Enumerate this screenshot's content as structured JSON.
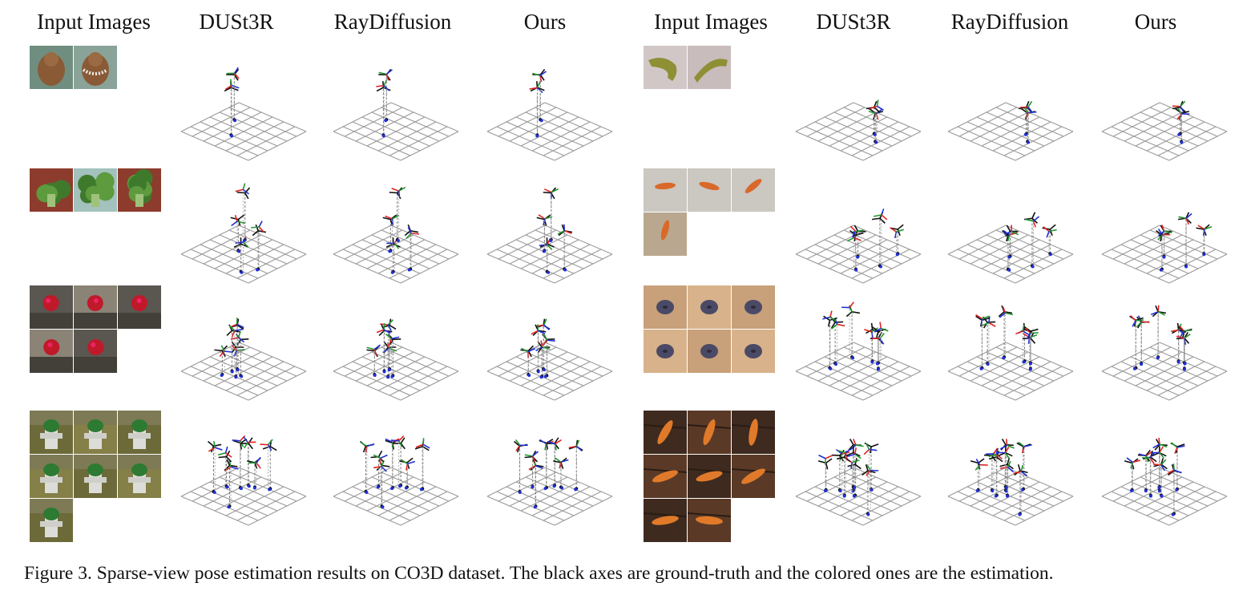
{
  "header": {
    "left": [
      "Input Images",
      "DUSt3R",
      "RayDiffusion",
      "Ours"
    ],
    "right": [
      "Input Images",
      "DUSt3R",
      "RayDiffusion",
      "Ours"
    ]
  },
  "caption": "Figure 3. Sparse-view pose estimation results on CO3D dataset. The black axes are ground-truth and the colored ones are the estimation.",
  "colors": {
    "x_axis": "#e02424",
    "y_axis": "#22962e",
    "z_axis": "#1f2fd6",
    "ground_truth": "#111111",
    "grid": "#9a9a9a"
  },
  "rows": [
    {
      "left": {
        "subject": "teddybear",
        "images": 2,
        "cameras": 2
      },
      "right": {
        "subject": "banana",
        "images": 2,
        "cameras": 2
      }
    },
    {
      "left": {
        "subject": "broccoli",
        "images": 3,
        "cameras": 4
      },
      "right": {
        "subject": "carrot",
        "images": 4,
        "cameras": 4
      }
    },
    {
      "left": {
        "subject": "apple",
        "images": 5,
        "cameras": 5
      },
      "right": {
        "subject": "donut",
        "images": 6,
        "cameras": 6
      }
    },
    {
      "left": {
        "subject": "hydrant",
        "images": 7,
        "cameras": 7
      },
      "right": {
        "subject": "carrot",
        "images": 8,
        "cameras": 8
      }
    }
  ]
}
